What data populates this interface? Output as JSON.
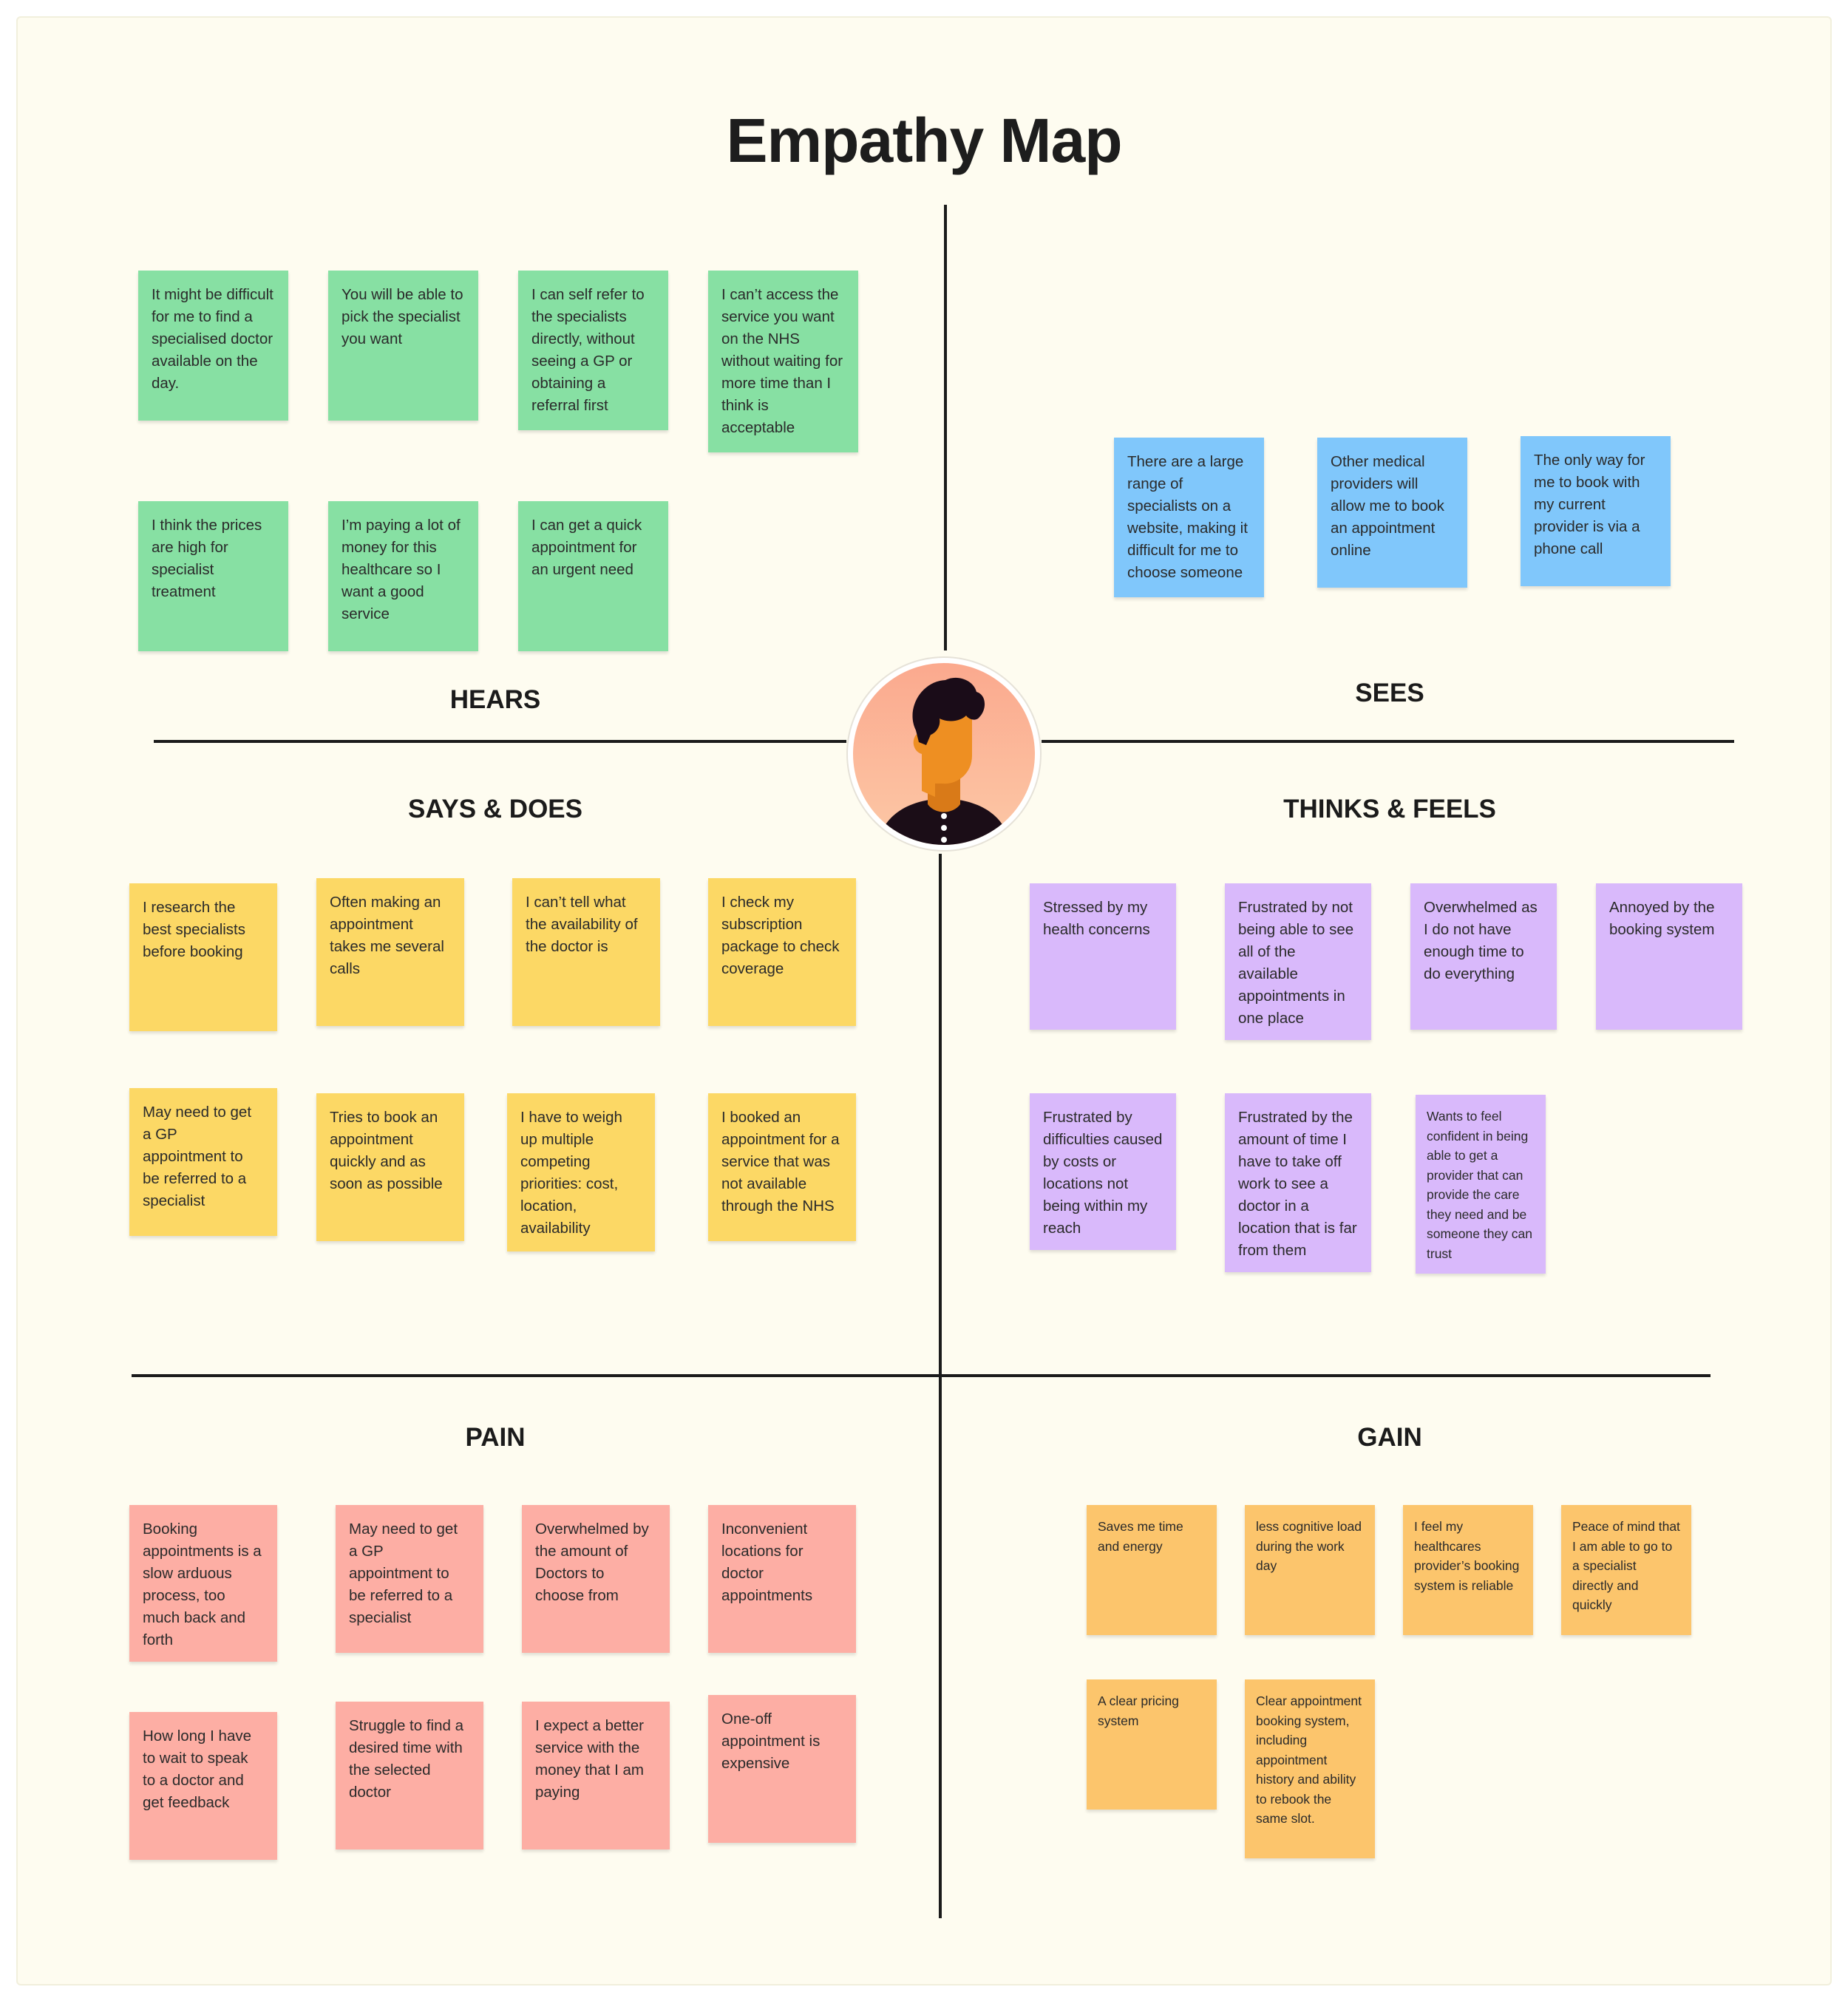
{
  "title": "Empathy Map",
  "colors": {
    "hears": "#87e0a3",
    "sees": "#80c7fb",
    "says_does": "#fcd865",
    "thinks_feels": "#d9b9fb",
    "pain": "#fdaea4",
    "gain": "#fcc56c"
  },
  "avatar_icon": "person-avatar-icon",
  "quadrants": {
    "hears": {
      "label": "HEARS",
      "notes": [
        "It might be difficult for me to find a specialised doctor available on the day.",
        "You will be able to pick the specialist you want",
        "I can self refer to the specialists directly, without seeing a GP or obtaining a referral first",
        "I can’t access the service you want on the NHS without waiting for more time than I think is acceptable",
        "I think the prices are high for specialist treatment",
        "I’m paying a lot of money for this healthcare so I want a good service",
        "I can get a quick appointment for an urgent need"
      ]
    },
    "sees": {
      "label": "SEES",
      "notes": [
        "There are a large range of specialists on a website, making it difficult for me to choose someone",
        "Other medical providers will allow me to book an appointment online",
        "The only way for me to book with my current provider is via a phone call"
      ]
    },
    "says_does": {
      "label": "SAYS & DOES",
      "notes": [
        "I research the best specialists before booking",
        "Often making an appointment takes me several calls",
        "I can’t tell what the availability of the doctor is",
        "I check my subscription package to check coverage",
        "May need to get a GP appointment to be referred to a specialist",
        "Tries to book an appointment quickly and as soon as possible",
        "I have to weigh up multiple competing priorities: cost, location, availability",
        "I booked an appointment for a service that was not available through the NHS"
      ]
    },
    "thinks_feels": {
      "label": "THINKS & FEELS",
      "notes": [
        "Stressed by my health concerns",
        "Frustrated by not being able to see all of the available appointments in one place",
        "Overwhelmed as I do not have enough time to do everything",
        "Annoyed by the booking system",
        "Frustrated by difficulties caused by costs or locations not being within my reach",
        "Frustrated by the amount of time I have to take off work to see a doctor in a location that is far from them",
        "Wants to feel confident in being able to get a provider that can provide the care they need and be someone they can trust"
      ]
    },
    "pain": {
      "label": "PAIN",
      "notes": [
        "Booking appointments is a slow arduous process, too much back and forth",
        "May need to get a GP appointment to be referred to a specialist",
        "Overwhelmed by the amount of Doctors to choose from",
        "Inconvenient locations for doctor appointments",
        "How long I have to wait to speak to a doctor and get feedback",
        "Struggle to find a desired time with the selected doctor",
        "I expect a better service with the money that I am paying",
        "One-off appointment is expensive"
      ]
    },
    "gain": {
      "label": "GAIN",
      "notes": [
        "Saves me time and energy",
        "less cognitive load during the work day",
        "I feel my healthcares provider’s booking system is reliable",
        "Peace of mind that I am able to go to a specialist directly and quickly",
        "A clear pricing system",
        "Clear appointment booking system, including appointment history and ability to rebook the same slot."
      ]
    }
  }
}
